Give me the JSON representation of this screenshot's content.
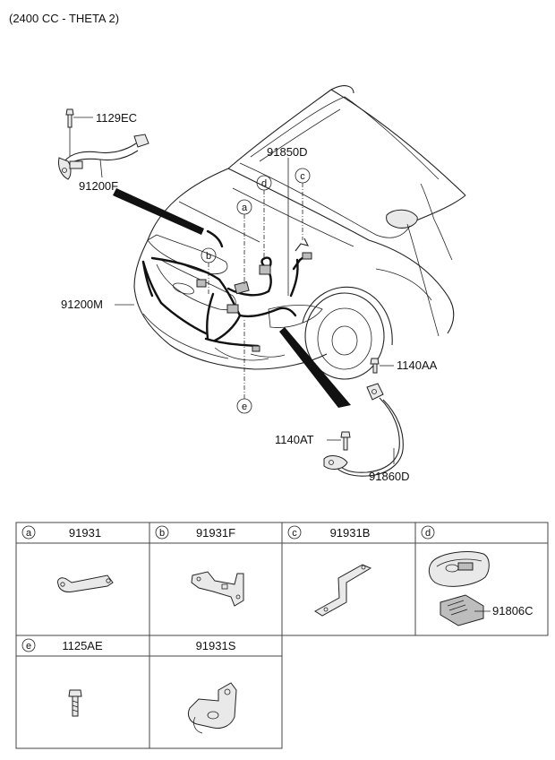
{
  "header": {
    "title": "(2400 CC - THETA 2)"
  },
  "callouts": {
    "bolt_top": "1129EC",
    "battery_harness": "91200F",
    "front_harness": "91200M",
    "main_harness": "91850D",
    "bolt_ground": "1140AA",
    "bolt_lower": "1140AT",
    "ground_cable": "91860D"
  },
  "markers": {
    "a": "a",
    "b": "b",
    "c": "c",
    "d": "d",
    "e": "e"
  },
  "table": {
    "row1": [
      {
        "letter": "a",
        "part": "91931"
      },
      {
        "letter": "b",
        "part": "91931F"
      },
      {
        "letter": "c",
        "part": "91931B"
      },
      {
        "letter": "d",
        "part": "",
        "extra": "91806C"
      }
    ],
    "row2": [
      {
        "letter": "e",
        "part": "1125AE"
      },
      {
        "letter": "",
        "part": "91931S"
      }
    ]
  }
}
